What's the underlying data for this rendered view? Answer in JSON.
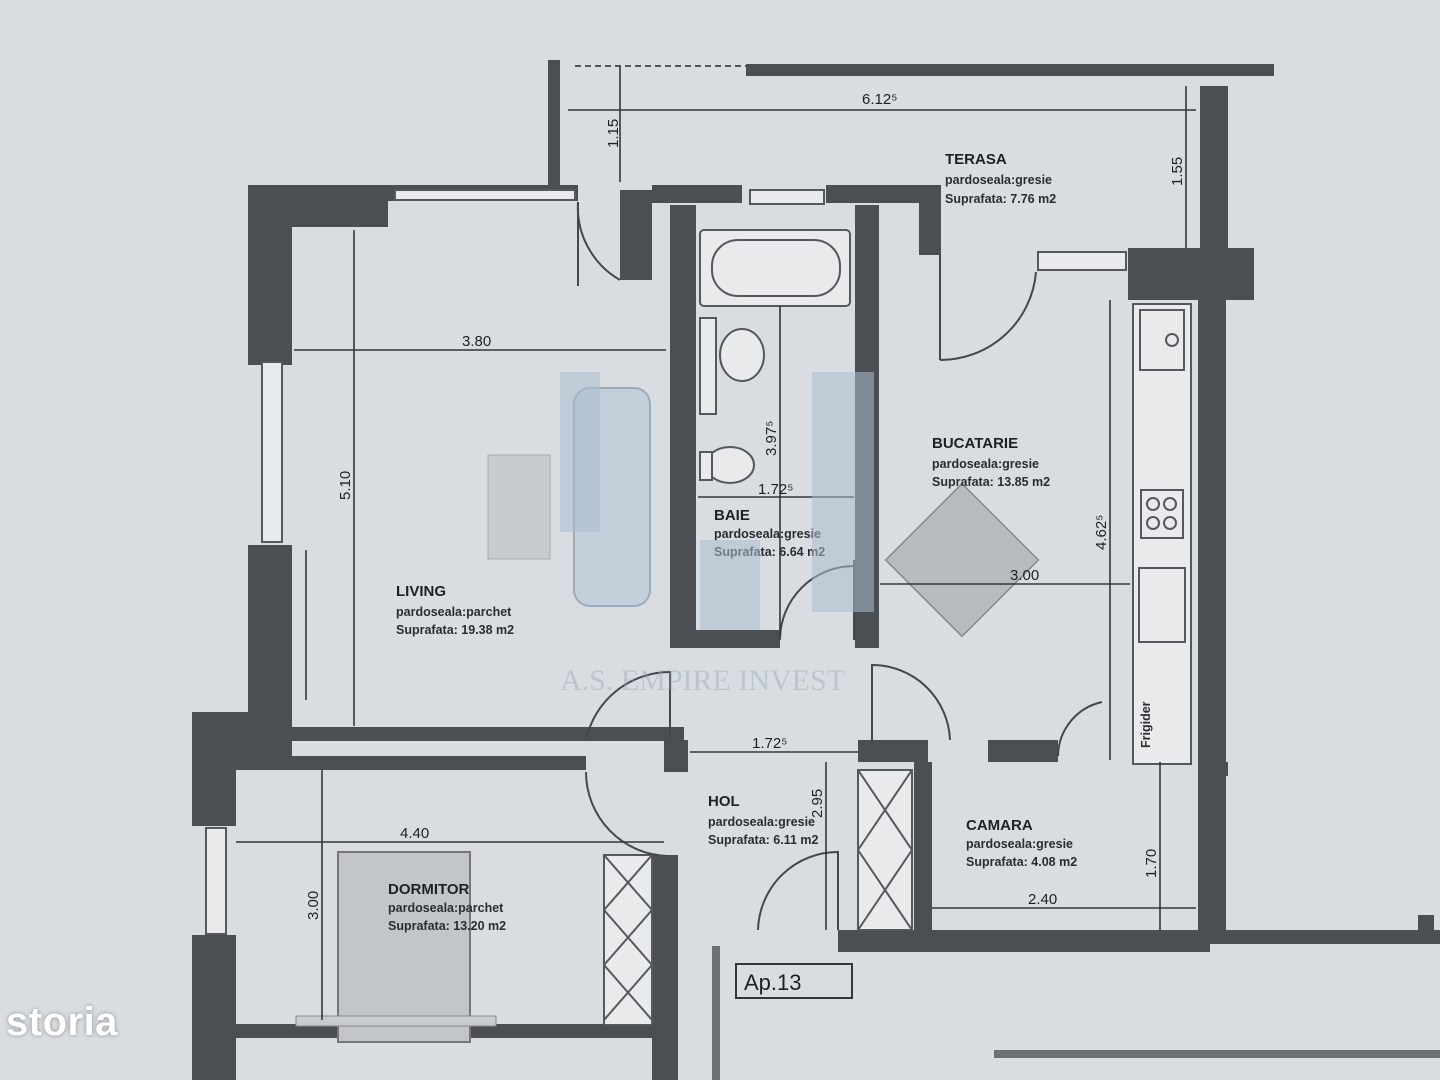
{
  "plan": {
    "apartment_label": "Ap.13",
    "watermark": "A.S. EMPIRE INVEST",
    "rooms": [
      {
        "id": "terasa",
        "name": "TERASA",
        "floor": "pardoseala:gresie",
        "area": "Suprafata: 7.76 m2"
      },
      {
        "id": "living",
        "name": "LIVING",
        "floor": "pardoseala:parchet",
        "area": "Suprafata: 19.38 m2"
      },
      {
        "id": "baie",
        "name": "BAIE",
        "floor": "pardoseala:gresie",
        "area": "Suprafata: 6.64 m2"
      },
      {
        "id": "bucatarie",
        "name": "BUCATARIE",
        "floor": "pardoseala:gresie",
        "area": "Suprafata: 13.85 m2"
      },
      {
        "id": "hol",
        "name": "HOL",
        "floor": "pardoseala:gresie",
        "area": "Suprafata: 6.11 m2"
      },
      {
        "id": "camara",
        "name": "CAMARA",
        "floor": "pardoseala:gresie",
        "area": "Suprafata: 4.08 m2"
      },
      {
        "id": "dormitor",
        "name": "DORMITOR",
        "floor": "pardoseala:parchet",
        "area": "Suprafata: 13.20 m2"
      }
    ],
    "dimensions": {
      "terasa_width": "6.12⁵",
      "terasa_depth_left": "1.15",
      "terasa_depth_right": "1.55",
      "living_width": "3.80",
      "living_depth": "5.10",
      "baie_depth": "3.97⁵",
      "baie_width": "1.72⁵",
      "bucatarie_depth": "4.62⁵",
      "bucatarie_width": "3.00",
      "hol_width": "1.72⁵",
      "hol_depth": "2.95",
      "camara_depth": "1.70",
      "camara_width": "2.40",
      "dormitor_width": "4.40",
      "dormitor_depth": "3.00"
    },
    "fridge_label": "Frigider"
  },
  "brand": {
    "logo": "storia"
  }
}
